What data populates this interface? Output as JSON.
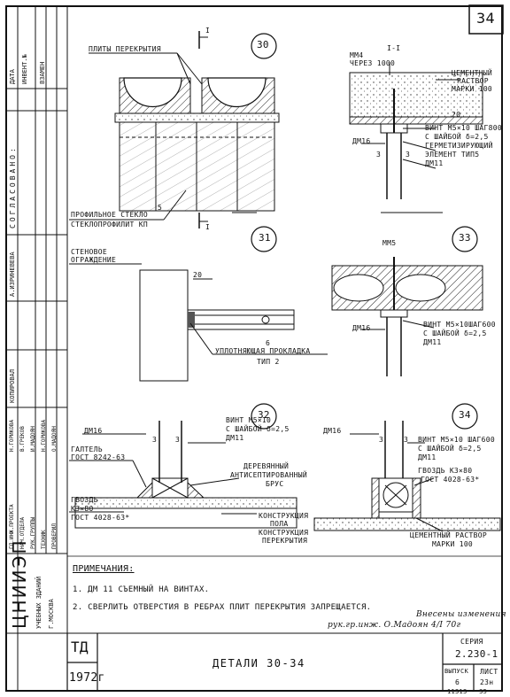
{
  "sheet_number": "34",
  "left_strip": {
    "top_labels": [
      "ДАТА",
      "ИНВЕНТ.№",
      "ВЗАМЕН"
    ],
    "stamp_label": "СОГЛАСОВАНО:",
    "copy_cols": [
      "КОПИРОВАЛ",
      "А.ИЗРИНЕВЕВА"
    ],
    "roles": [
      "ГЛ.ИНЖ.ПРОЕКТА",
      "НАЧ.ОТДЕЛА",
      "РУК.ГРУППЫ",
      "ТЕХНИК",
      "ПРОВЕРИЛ"
    ],
    "names": [
      "Н.ГОРИКОВА",
      "В.ГРЕКОВ",
      "И.МАДОЯН",
      "Н.ГОРИКОВА",
      "О.МАДОЯН"
    ],
    "org": "ЦНИИЭП",
    "org_sub": "УЧЕБНЫХ ЗДАНИЙ",
    "city": "Г.МОСКВА"
  },
  "details": {
    "d30": {
      "number": "30",
      "section_marker": "I",
      "labels": [
        "ПЛИТЫ ПЕРЕКРЫТИЯ",
        "ПРОФИЛЬНОЕ СТЕКЛО",
        "СТЕКЛОПРОФИЛИТ КП"
      ],
      "dim": "5"
    },
    "section": {
      "title": "I-I",
      "labels": [
        "ММ4",
        "ЧЕРЕЗ 1000",
        "ЦЕМЕНТНЫЙ",
        "РАСТВОР",
        "МАРКИ 100",
        "ВИНТ М5×10 ШАГ800",
        "С ШАЙБОЙ δ=2,5",
        "ГЕРМЕТИЗИРУЮЩИЙ",
        "ЭЛЕМЕНТ ТИП5",
        "ДМ11",
        "ДМ16"
      ],
      "dims": [
        "20",
        "3",
        "3"
      ]
    },
    "d31": {
      "number": "31",
      "labels": [
        "СТЕНОВОЕ",
        "ОГРАЖДЕНИЕ",
        "УПЛОТНЯЮЩАЯ ПРОКЛАДКА",
        "ТИП 2"
      ],
      "dims": [
        "20",
        "6"
      ]
    },
    "d33": {
      "number": "33",
      "labels": [
        "ММ5",
        "ВИНТ М5×10ШАГ600",
        "С ШАЙБОЙ δ=2,5",
        "ДМ11",
        "ДМ16"
      ]
    },
    "d32": {
      "number": "32",
      "labels": [
        "ДМ16",
        "ВИНТ М5×10",
        "С ШАЙБОЙ δ=2,5",
        "ДМ11",
        "ГАЛТЕЛЬ",
        "ГОСТ 8242-63",
        "ГВОЗДЬ",
        "К3×80",
        "ГОСТ 4028-63*",
        "ДЕРЕВЯННЫЙ",
        "АНТИСЕПТИРОВАННЫЙ",
        "БРУС",
        "КОНСТРУКЦИЯ",
        "ПОЛА",
        "КОНСТРУКЦИЯ",
        "ПЕРЕКРЫТИЯ"
      ],
      "dims": [
        "3",
        "3"
      ]
    },
    "d34": {
      "number": "34",
      "labels": [
        "ДМ16",
        "ВИНТ М5×10 ШАГ600",
        "С ШАЙБОЙ δ=2,5",
        "ДМ11",
        "ГВОЗДЬ К3×80",
        "ГОСТ 4028-63*",
        "ЦЕМЕНТНЫЙ РАСТВОР",
        "МАРКИ 100"
      ],
      "dims": [
        "3",
        "3"
      ]
    }
  },
  "notes": {
    "title": "ПРИМЕЧАНИЯ:",
    "items": [
      "1. ДМ 11 СЪЕМНЫЙ НА ВИНТАХ.",
      "2. СВЕРЛИТЬ ОТВЕРСТИЯ В РЕБРАХ ПЛИТ ПЕРЕКРЫТИЯ ЗАПРЕЩАЕТСЯ."
    ],
    "handwritten": [
      "Внесены изменения",
      "рук.гр.инж. О.Мадоян 4/I 70г"
    ]
  },
  "title_block": {
    "series_code": "ТД",
    "year": "1972г",
    "title": "ДЕТАЛИ 30-34",
    "series_label": "СЕРИЯ",
    "series_value": "2.230-1",
    "issue_label": "ВЫПУСК",
    "issue_value": "6",
    "sheet_label": "ЛИСТ",
    "sheet_value": "23н"
  },
  "footer_mark": "11313 - 35"
}
